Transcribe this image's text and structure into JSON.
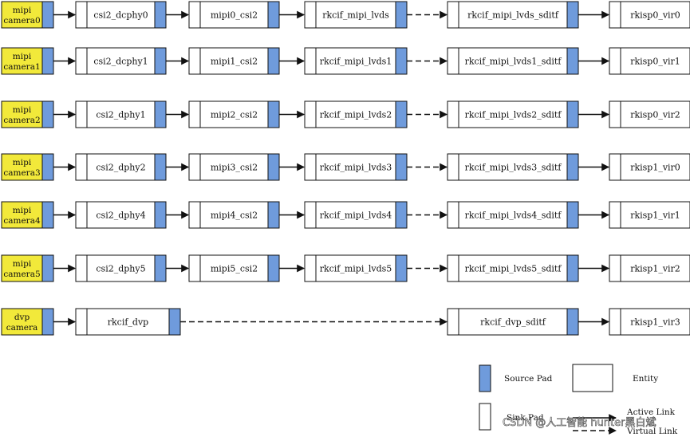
{
  "colors": {
    "camera_fill": "#f2e93a",
    "source_pad": "#6f9bdc",
    "sink_pad": "#ffffff",
    "stroke": "#111111"
  },
  "rows": [
    {
      "camera": [
        "mipi",
        "camera0"
      ],
      "entities": [
        "csi2_dcphy0",
        "mipi0_csi2",
        "rkcif_mipi_lvds",
        "rkcif_mipi_lvds_sditf",
        "rkisp0_vir0"
      ]
    },
    {
      "camera": [
        "mipi",
        "camera1"
      ],
      "entities": [
        "csi2_dcphy1",
        "mipi1_csi2",
        "rkcif_mipi_lvds1",
        "rkcif_mipi_lvds1_sditf",
        "rkisp0_vir1"
      ]
    },
    {
      "camera": [
        "mipi",
        "camera2"
      ],
      "entities": [
        "csi2_dphy1",
        "mipi2_csi2",
        "rkcif_mipi_lvds2",
        "rkcif_mipi_lvds2_sditf",
        "rkisp0_vir2"
      ]
    },
    {
      "camera": [
        "mipi",
        "camera3"
      ],
      "entities": [
        "csi2_dphy2",
        "mipi3_csi2",
        "rkcif_mipi_lvds3",
        "rkcif_mipi_lvds3_sditf",
        "rkisp1_vir0"
      ]
    },
    {
      "camera": [
        "mipi",
        "camera4"
      ],
      "entities": [
        "csi2_dphy4",
        "mipi4_csi2",
        "rkcif_mipi_lvds4",
        "rkcif_mipi_lvds4_sditf",
        "rkisp1_vir1"
      ]
    },
    {
      "camera": [
        "mipi",
        "camera5"
      ],
      "entities": [
        "csi2_dphy5",
        "mipi5_csi2",
        "rkcif_mipi_lvds5",
        "rkcif_mipi_lvds5_sditf",
        "rkisp1_vir2"
      ]
    }
  ],
  "dvp_row": {
    "camera": [
      "dvp",
      "camera"
    ],
    "entities": [
      "rkcif_dvp",
      "rkcif_dvp_sditf",
      "rkisp1_vir3"
    ]
  },
  "legend": {
    "source_pad": "Source Pad",
    "entity": "Entity",
    "sink_pad": "Sink Pad",
    "active_link": "Active Link",
    "virtual_link": "Virtual Link"
  },
  "watermark": "CSDN @人工智能 hunter黑白斌"
}
